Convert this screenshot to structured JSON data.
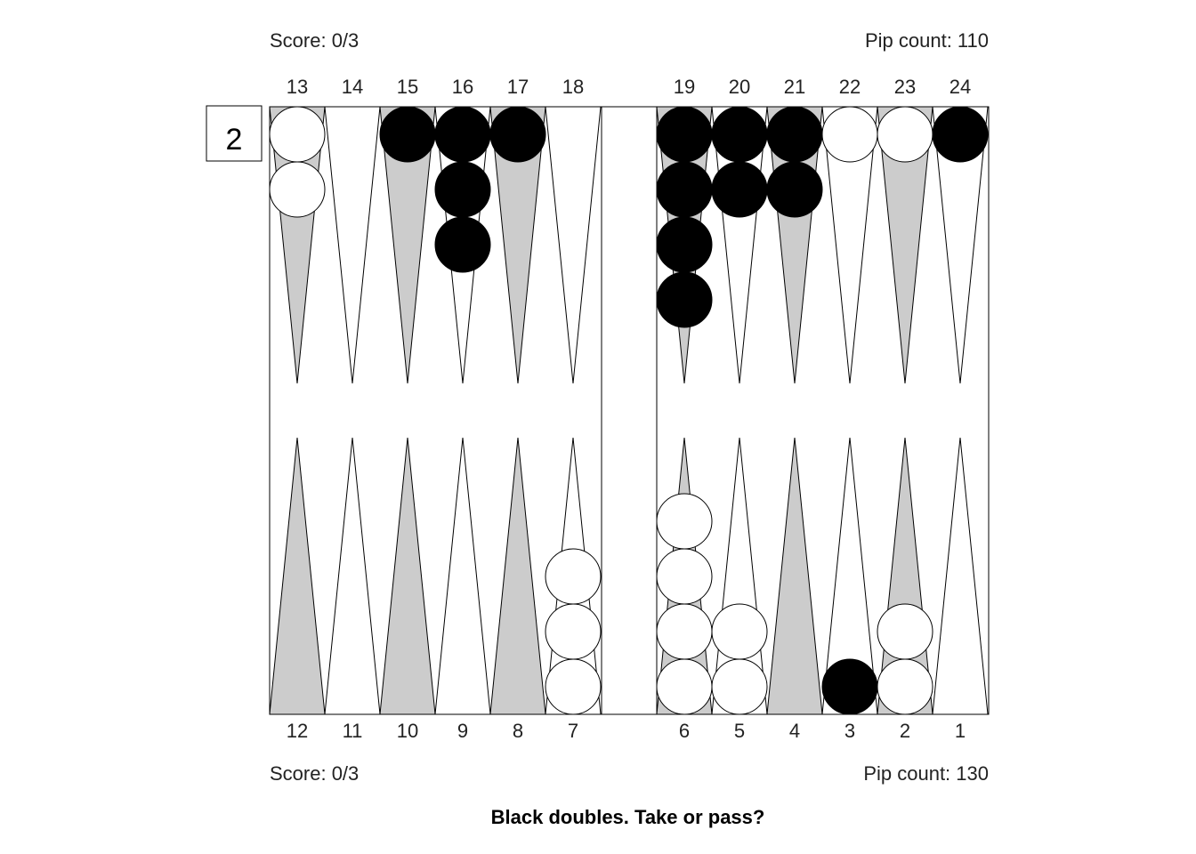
{
  "top": {
    "score": "Score: 0/3",
    "pip": "Pip count: 110"
  },
  "bottom": {
    "score": "Score: 0/3",
    "pip": "Pip count: 130"
  },
  "question": "Black doubles. Take or pass?",
  "cube": {
    "value": "2"
  },
  "colors": {
    "dark_point": "#cccccc",
    "light_point": "#ffffff",
    "black_checker": "#000000",
    "white_checker": "#ffffff",
    "outline": "#000000"
  },
  "points": {
    "1": {
      "label": "1",
      "color": "",
      "count": 0
    },
    "2": {
      "label": "2",
      "color": "white",
      "count": 2
    },
    "3": {
      "label": "3",
      "color": "black",
      "count": 1
    },
    "4": {
      "label": "4",
      "color": "",
      "count": 0
    },
    "5": {
      "label": "5",
      "color": "white",
      "count": 2
    },
    "6": {
      "label": "6",
      "color": "white",
      "count": 4
    },
    "7": {
      "label": "7",
      "color": "white",
      "count": 3
    },
    "8": {
      "label": "8",
      "color": "",
      "count": 0
    },
    "9": {
      "label": "9",
      "color": "",
      "count": 0
    },
    "10": {
      "label": "10",
      "color": "",
      "count": 0
    },
    "11": {
      "label": "11",
      "color": "",
      "count": 0
    },
    "12": {
      "label": "12",
      "color": "",
      "count": 0
    },
    "13": {
      "label": "13",
      "color": "white",
      "count": 2
    },
    "14": {
      "label": "14",
      "color": "",
      "count": 0
    },
    "15": {
      "label": "15",
      "color": "black",
      "count": 1
    },
    "16": {
      "label": "16",
      "color": "black",
      "count": 3
    },
    "17": {
      "label": "17",
      "color": "black",
      "count": 1
    },
    "18": {
      "label": "18",
      "color": "",
      "count": 0
    },
    "19": {
      "label": "19",
      "color": "black",
      "count": 4
    },
    "20": {
      "label": "20",
      "color": "black",
      "count": 2
    },
    "21": {
      "label": "21",
      "color": "black",
      "count": 2
    },
    "22": {
      "label": "22",
      "color": "white",
      "count": 1
    },
    "23": {
      "label": "23",
      "color": "white",
      "count": 1
    },
    "24": {
      "label": "24",
      "color": "black",
      "count": 1
    }
  }
}
